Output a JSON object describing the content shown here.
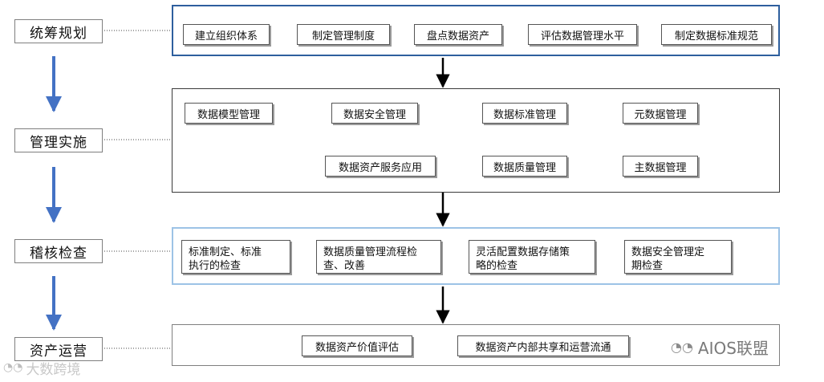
{
  "stages": {
    "planning": "统筹规划",
    "implementation": "管理实施",
    "audit": "稽核检查",
    "operation": "资产运营"
  },
  "planning_steps": [
    "建立组织体系",
    "制定管理制度",
    "盘点数据资产",
    "评估数据管理水平",
    "制定数据标准规范"
  ],
  "implementation_steps": {
    "model": "数据模型管理",
    "security": "数据安全管理",
    "standard": "数据标准管理",
    "metadata": "元数据管理",
    "master": "主数据管理",
    "quality": "数据质量管理",
    "service": "数据资产服务应用"
  },
  "audit_steps": [
    {
      "line1": "标准制定、标准",
      "line2": "执行的检查"
    },
    {
      "line1": "数据质量管理流程检",
      "line2": "查、改善"
    },
    {
      "line1": "灵活配置数据存储策",
      "line2": "略的检查"
    },
    {
      "line1": "数据安全管理定",
      "line2": "期检查"
    }
  ],
  "operation_steps": [
    "数据资产价值评估",
    "数据资产内部共享和运营流通"
  ],
  "watermarks": {
    "bottom_left": "大数跨境",
    "bottom_right": "AIOS联盟"
  },
  "colors": {
    "planning_border": "#2e5f9e",
    "audit_border": "#9dc3e6",
    "panel_gray_border": "#3a3a3a",
    "stage_arrow": "#4472c4"
  }
}
